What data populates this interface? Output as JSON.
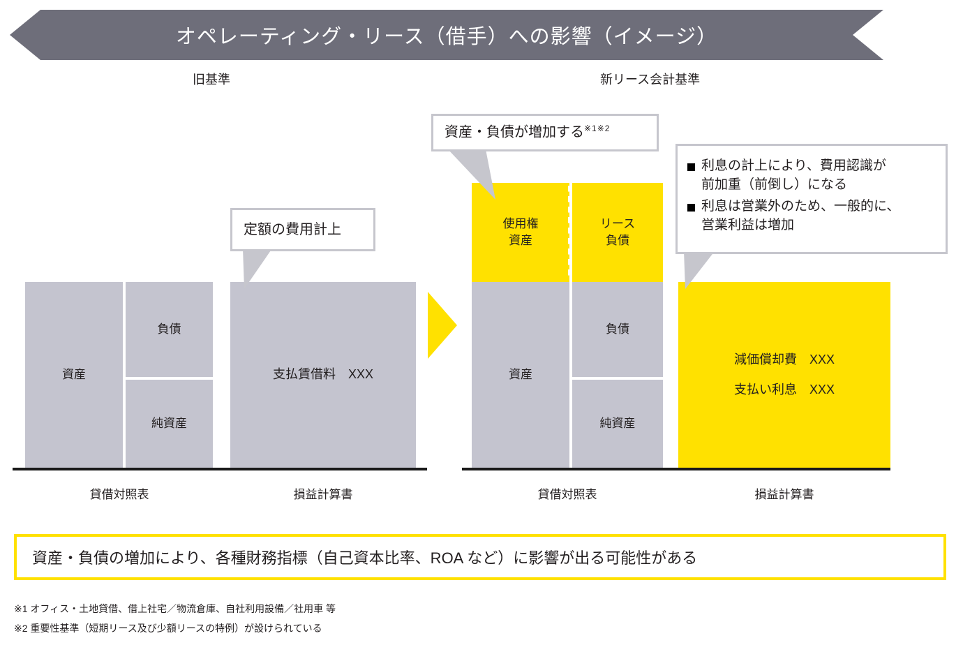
{
  "banner": {
    "title": "オペレーティング・リース（借手）への影響（イメージ）"
  },
  "sections": {
    "old_label": "旧基準",
    "new_label": "新リース会計基準"
  },
  "callouts": {
    "assets_liabilities": {
      "text": "資産・負債が増加する",
      "marks": "※1※2"
    },
    "flat_cost": {
      "text": "定額の費用計上"
    },
    "interest": {
      "bullets": [
        "利息の計上により、費用認識が\n前加重（前倒し）になる",
        "利息は営業外のため、一般的に、\n営業利益は増加"
      ]
    }
  },
  "chart_data": {
    "type": "bar",
    "title": "オペレーティング・リース（借手）への影響（イメージ）",
    "panels": [
      {
        "standard": "旧基準",
        "statements": [
          {
            "caption": "貸借対照表",
            "columns": [
              {
                "name": "assets",
                "blocks": [
                  {
                    "label": "資産",
                    "color": "#C4C4CF"
                  }
                ]
              },
              {
                "name": "liabilities-equity",
                "blocks": [
                  {
                    "label": "負債",
                    "color": "#C4C4CF"
                  },
                  {
                    "label": "純資産",
                    "color": "#C4C4CF"
                  }
                ]
              }
            ]
          },
          {
            "caption": "損益計算書",
            "columns": [
              {
                "name": "expenses",
                "blocks": [
                  {
                    "label": "支払賃借料　XXX",
                    "color": "#C4C4CF"
                  }
                ]
              }
            ]
          }
        ]
      },
      {
        "standard": "新リース会計基準",
        "statements": [
          {
            "caption": "貸借対照表",
            "columns": [
              {
                "name": "assets",
                "blocks": [
                  {
                    "label": "使用権\n資産",
                    "color": "#FFE100"
                  },
                  {
                    "label": "資産",
                    "color": "#C4C4CF"
                  }
                ]
              },
              {
                "name": "liabilities-equity",
                "blocks": [
                  {
                    "label": "リース\n負債",
                    "color": "#FFE100"
                  },
                  {
                    "label": "負債",
                    "color": "#C4C4CF"
                  },
                  {
                    "label": "純資産",
                    "color": "#C4C4CF"
                  }
                ]
              }
            ]
          },
          {
            "caption": "損益計算書",
            "columns": [
              {
                "name": "expenses",
                "blocks": [
                  {
                    "label": "減価償却費　XXX\n\n支払い利息　XXX",
                    "color": "#FFE100"
                  }
                ]
              }
            ]
          }
        ]
      }
    ]
  },
  "blocks": {
    "old_bs_assets": "資産",
    "old_bs_liabilities": "負債",
    "old_bs_equity": "純資産",
    "old_pl_rent": "支払賃借料　XXX",
    "new_bs_rou_asset": "使用権\n資産",
    "new_bs_lease_liability": "リース\n負債",
    "new_bs_assets": "資産",
    "new_bs_liabilities": "負債",
    "new_bs_equity": "純資産",
    "new_pl_depreciation": "減価償却費　XXX",
    "new_pl_interest": "支払い利息　XXX"
  },
  "captions": {
    "old_bs": "貸借対照表",
    "old_pl": "損益計算書",
    "new_bs": "貸借対照表",
    "new_pl": "損益計算書"
  },
  "summary": {
    "text": "資産・負債の増加により、各種財務指標（自己資本比率、ROA など）に影響が出る可能性がある"
  },
  "footnotes": {
    "note1": "※1 オフィス・土地貸借、借上社宅／物流倉庫、自社利用設備／社用車 等",
    "note2": "※2 重要性基準（短期リース及び少額リースの特例）が設けられている"
  },
  "colors": {
    "banner": "#6E6E7A",
    "gray_block": "#C4C4CF",
    "yellow_block": "#FFE100",
    "callout_border": "#C6C6CD",
    "baseline": "#1A1A1A",
    "summary_border": "#FFE100"
  }
}
